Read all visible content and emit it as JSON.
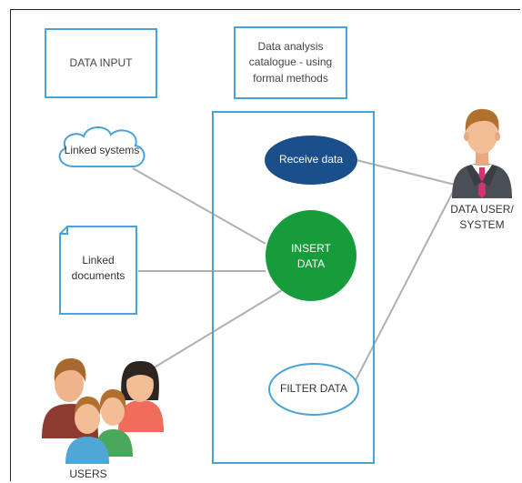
{
  "header": {
    "data_input": "DATA INPUT",
    "catalogue_line1": "Data analysis",
    "catalogue_line2": "catalogue - using",
    "catalogue_line3": "formal methods"
  },
  "inputs": {
    "linked_systems": "Linked systems",
    "linked_documents_line1": "Linked",
    "linked_documents_line2": "documents",
    "users": "USERS"
  },
  "processes": {
    "receive_data": "Receive data",
    "insert_data_line1": "INSERT",
    "insert_data_line2": "DATA",
    "filter_data": "FILTER DATA"
  },
  "actor": {
    "line1": "DATA USER/",
    "line2": "SYSTEM"
  },
  "colors": {
    "outline": "#4aa3d8",
    "receive_fill": "#1a4f8c",
    "insert_fill": "#179c3c",
    "connector": "#b0b0b0"
  }
}
